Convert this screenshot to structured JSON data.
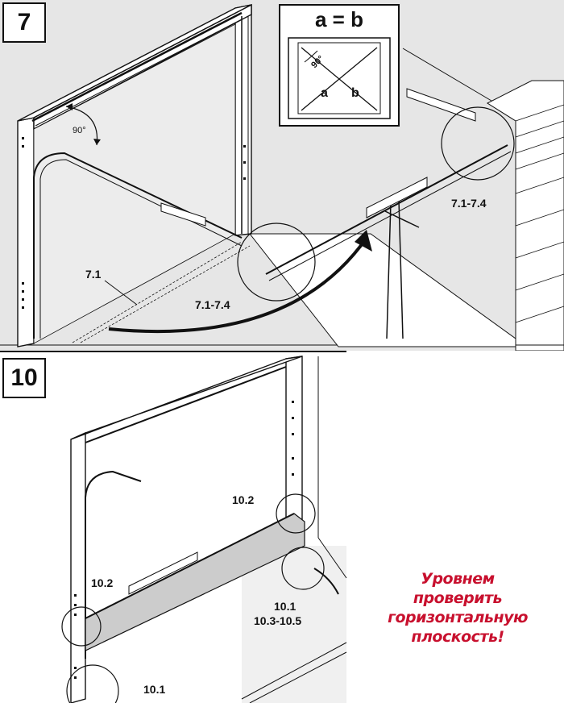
{
  "steps": {
    "top": "7",
    "bottom": "10"
  },
  "inset": {
    "title": "a = b",
    "angle": "90°",
    "a": "a",
    "b": "b"
  },
  "panel7": {
    "angle": "90°",
    "label_7_1": "7.1",
    "label_range_left": "7.1-7.4",
    "label_range_right": "7.1-7.4"
  },
  "panel10": {
    "label_10_2_right": "10.2",
    "label_10_2_left": "10.2",
    "label_10_1_right": "10.1",
    "label_10_3": "10.3-10.5",
    "label_10_1_bottom": "10.1"
  },
  "warning": {
    "text": "Уровнем проверить горизонтальную плоскость!"
  },
  "colors": {
    "warning": "#c8102e",
    "ink": "#111111",
    "panel_fill": "#c8c8c8",
    "background_top": "#e6e6e6"
  }
}
